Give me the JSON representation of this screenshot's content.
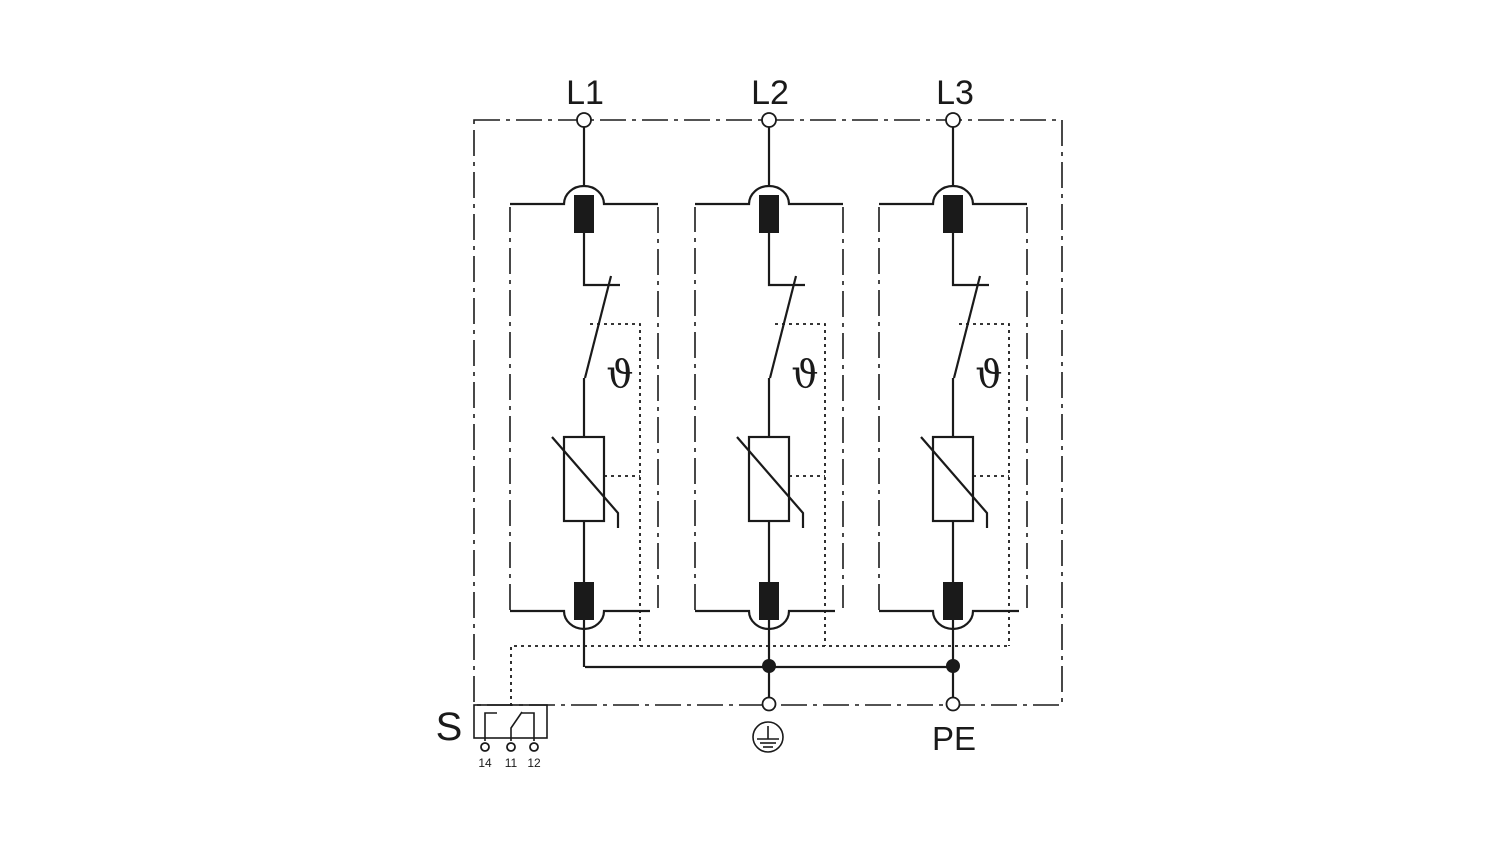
{
  "phases": [
    {
      "label": "L1"
    },
    {
      "label": "L2"
    },
    {
      "label": "L3"
    }
  ],
  "thermal_symbol": "ϑ",
  "signal": {
    "label": "S",
    "pins": [
      "14",
      "11",
      "12"
    ]
  },
  "outputs": {
    "earth_symbol": "protective-earth-icon",
    "pe_label": "PE"
  }
}
